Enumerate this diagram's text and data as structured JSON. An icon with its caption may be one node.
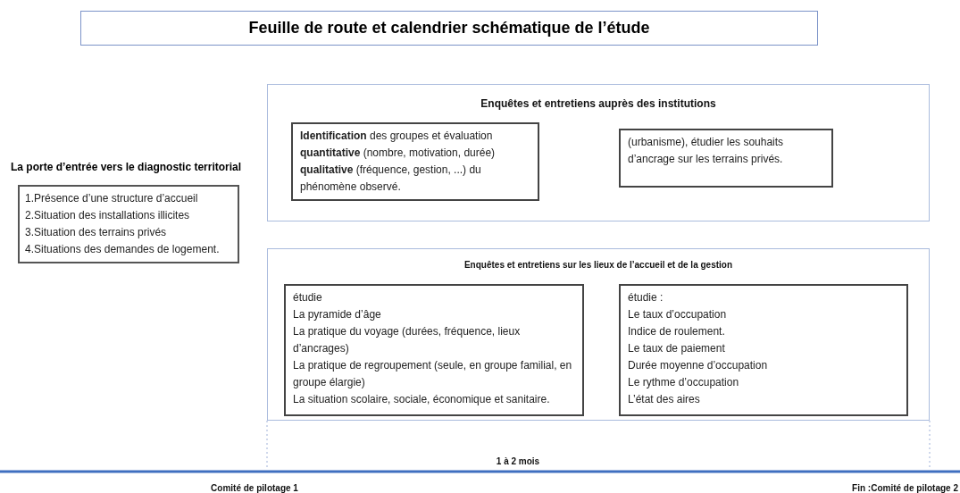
{
  "diagram": {
    "title": "Feuille de route et calendrier schématique de l’étude",
    "nodes": [
      {
        "text": [
          "La porte d’entrée vers le diagnostic territorial",
          "1.Présence d’une structure d’accueil",
          "2.Situation des installations illicites",
          "3.Situation des terrains privés",
          "4.Situations des demandes de logement."
        ]
      },
      {
        "text": [
          "Enquêtes et entretiens auprès des institutions"
        ]
      },
      {
        "text": [
          "**Identification** des groupes et évaluation **quantitative** (nombre, motivation, durée) **qualitative** (fréquence, gestion, ...) du phénomène observé."
        ],
        "in": 1
      },
      {
        "text": [
          "(urbanisme), étudier les souhaits d’ancrage sur les terrains privés."
        ],
        "in": 1
      },
      {
        "text": [
          "Enquêtes et entretiens sur les lieux de l’accueil et de la gestion"
        ]
      },
      {
        "text": [
          "étudie",
          "La pyramide d’âge",
          "La pratique du voyage (durées, fréquence, lieux d’ancrages)",
          "La pratique de regroupement (seule, en groupe familial, en groupe élargie)",
          "La situation scolaire, sociale, économique et sanitaire."
        ],
        "in": 4
      },
      {
        "text": [
          "étudie :",
          "Le taux d’occupation",
          "Indice de roulement.",
          "Le taux de paiement",
          "Durée moyenne d’occupation",
          "Le rythme d’occupation",
          "L’état des aires"
        ],
        "in": 4
      }
    ],
    "labels": [
      "1 à 2 mois",
      "Comité de pilotage 1",
      "Fin :Comité de pilotage 2"
    ]
  }
}
